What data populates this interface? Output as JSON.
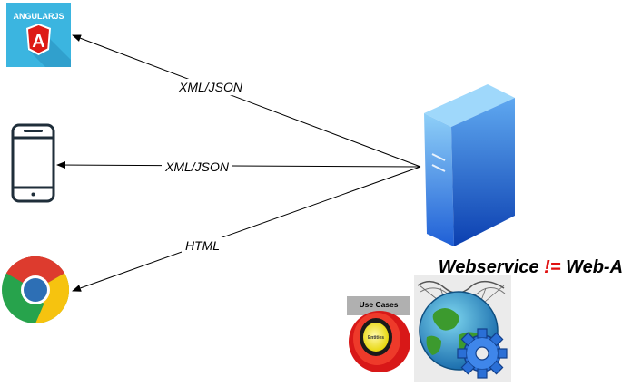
{
  "nodes": {
    "angular": {
      "badge": "ANGULARJS",
      "letter": "A",
      "color": "#3bb5e0"
    },
    "phone": {
      "color": "#1f2e3a"
    },
    "chrome": {
      "colors": {
        "red": "#dd3b2e",
        "yellow": "#f6c30f",
        "green": "#27a34c",
        "blue": "#2d6fb5"
      }
    },
    "server": {
      "color": "#2f73e0"
    },
    "use_cases": {
      "label": "Use Cases",
      "inner_label": "Entities"
    },
    "globe": {}
  },
  "edges": [
    {
      "label": "XML/JSON",
      "target": "angular"
    },
    {
      "label": "XML/JSON",
      "target": "phone"
    },
    {
      "label": "HTML",
      "target": "chrome"
    }
  ],
  "title": {
    "left": "Webservice ",
    "op": "!=",
    "right": " Web-App",
    "op_color": "#e01010"
  }
}
